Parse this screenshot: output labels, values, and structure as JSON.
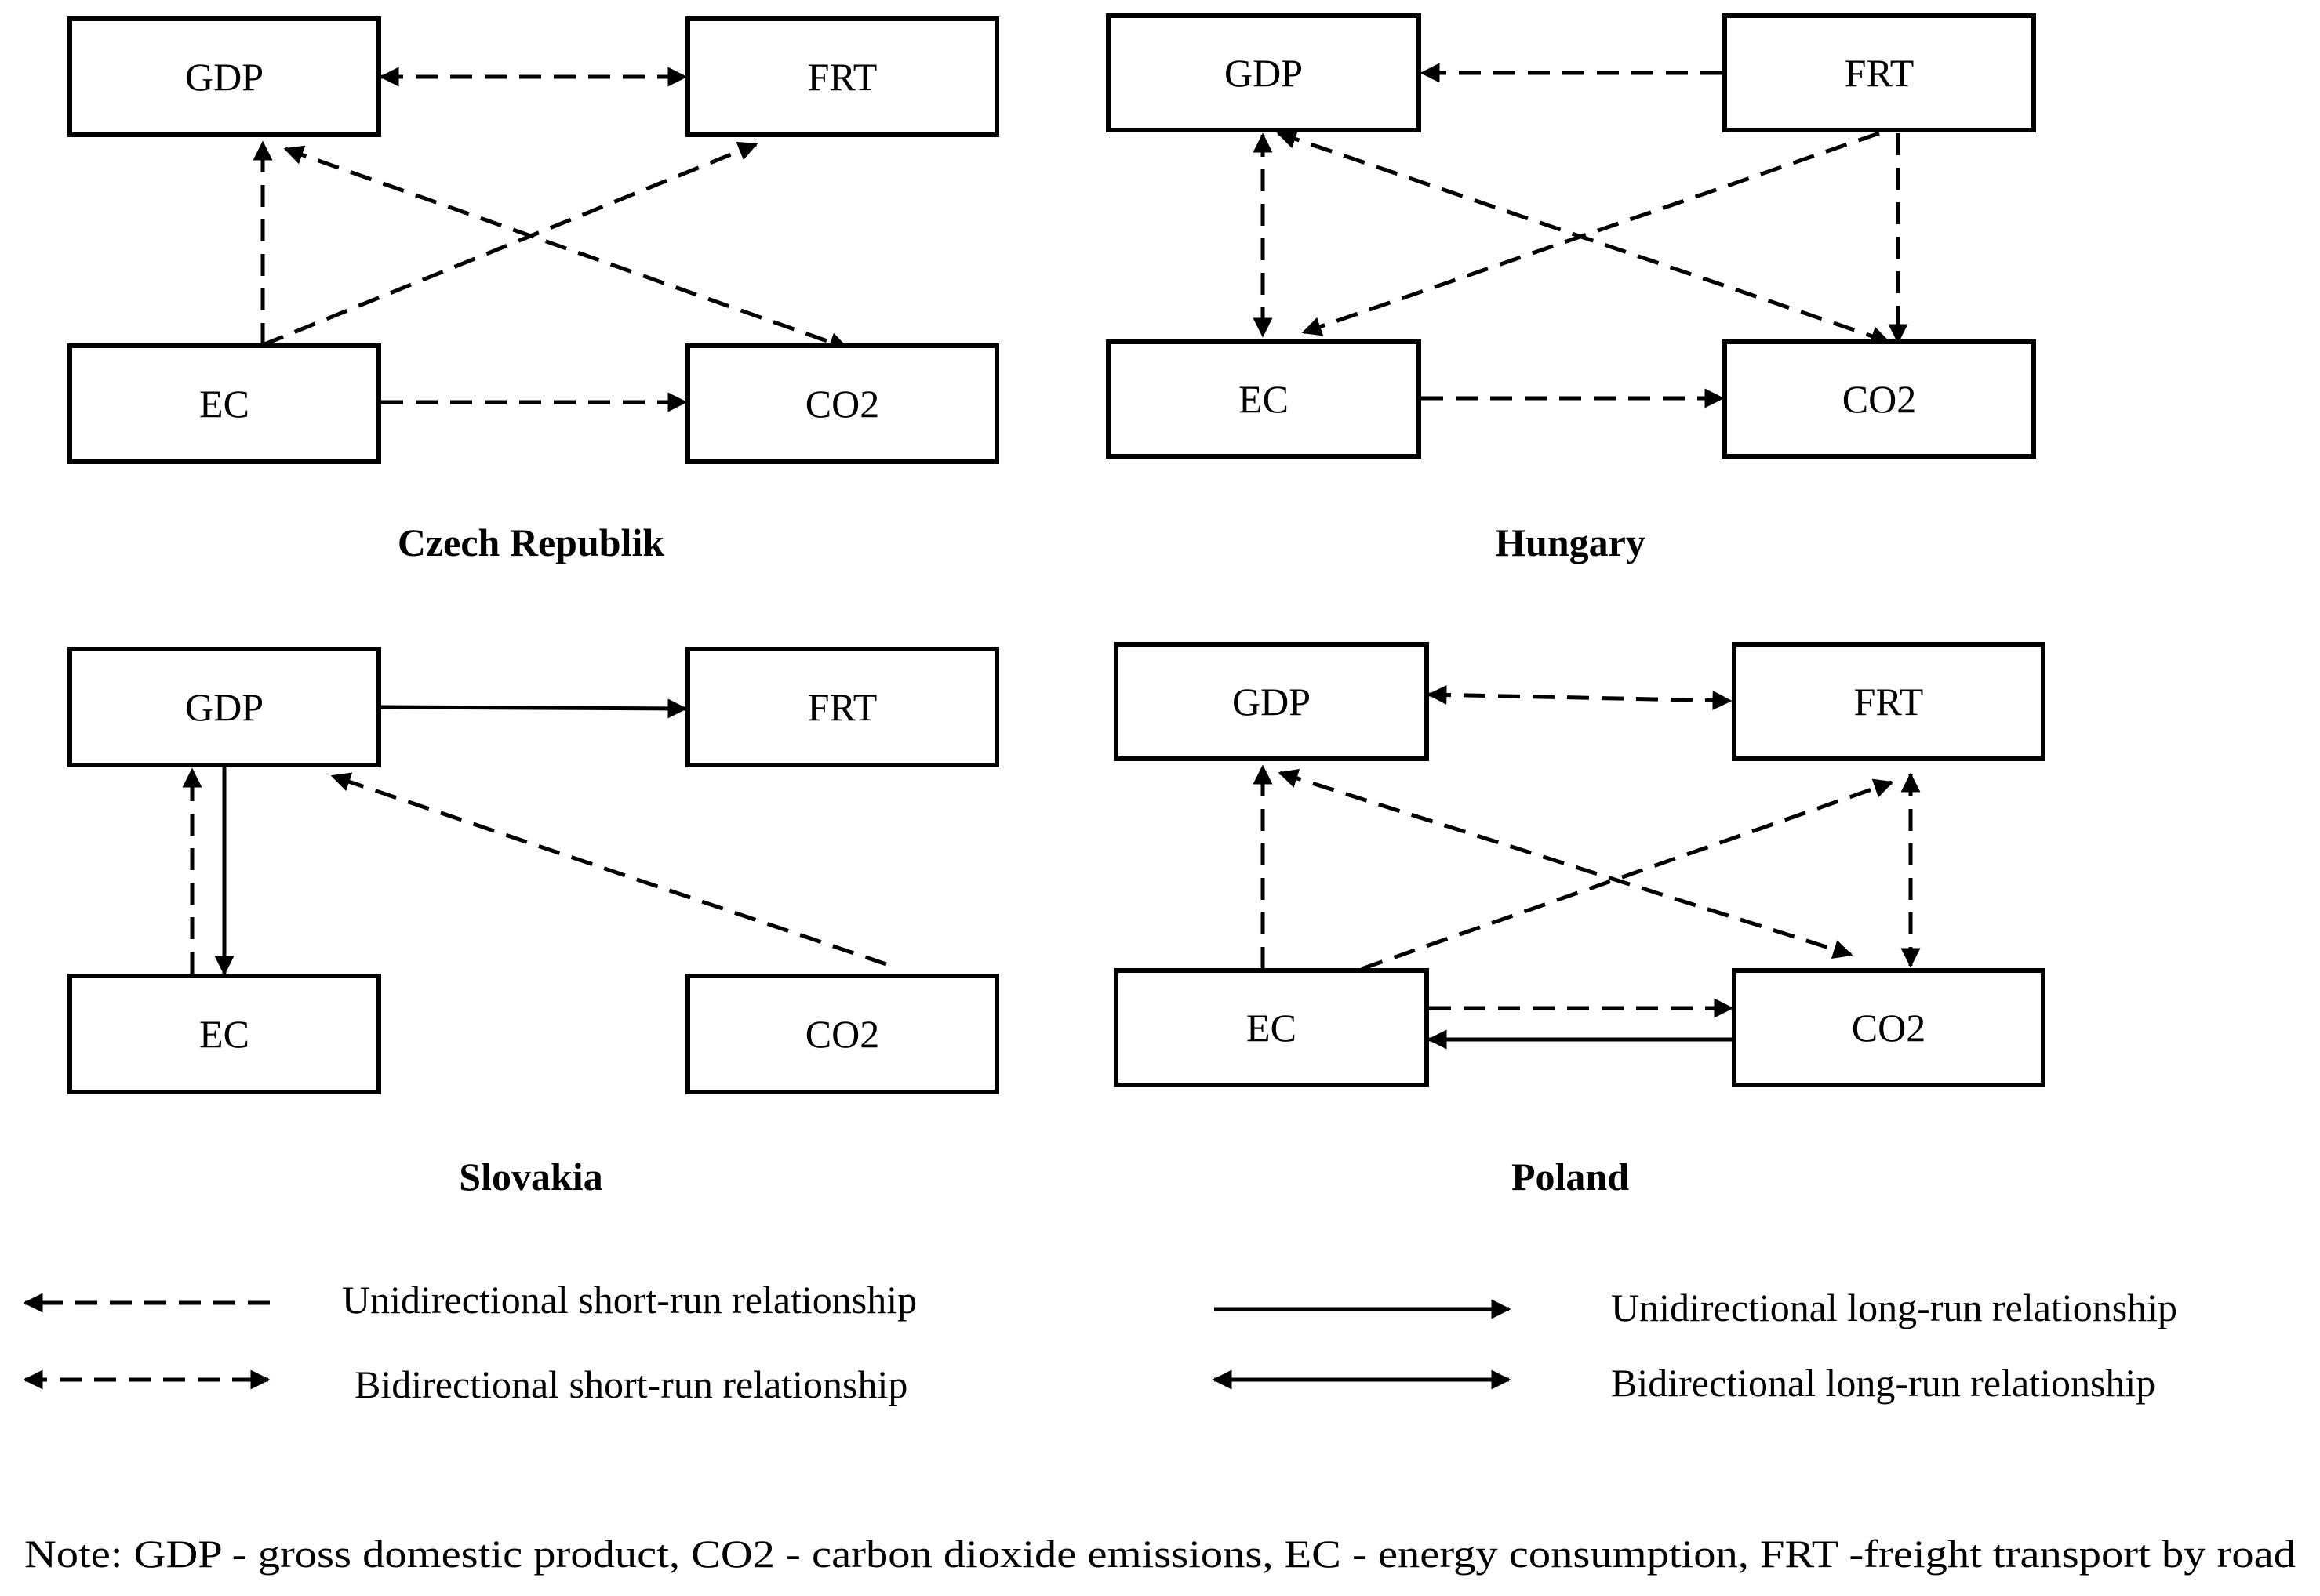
{
  "panels": [
    {
      "title": "Czech Republik",
      "nodes": {
        "gdp": "GDP",
        "frt": "FRT",
        "ec": "EC",
        "co2": "CO2"
      },
      "edges": [
        {
          "from": "GDP",
          "to": "FRT",
          "style": "dashed",
          "direction": "bidirectional"
        },
        {
          "from": "EC",
          "to": "GDP",
          "style": "dashed",
          "direction": "unidirectional"
        },
        {
          "from": "EC",
          "to": "FRT",
          "style": "dashed",
          "direction": "unidirectional"
        },
        {
          "from": "GDP",
          "to": "CO2",
          "style": "dashed",
          "direction": "bidirectional"
        },
        {
          "from": "EC",
          "to": "CO2",
          "style": "dashed",
          "direction": "unidirectional"
        }
      ]
    },
    {
      "title": "Hungary",
      "nodes": {
        "gdp": "GDP",
        "frt": "FRT",
        "ec": "EC",
        "co2": "CO2"
      },
      "edges": [
        {
          "from": "FRT",
          "to": "GDP",
          "style": "dashed",
          "direction": "unidirectional"
        },
        {
          "from": "GDP",
          "to": "EC",
          "style": "dashed",
          "direction": "bidirectional"
        },
        {
          "from": "GDP",
          "to": "CO2",
          "style": "dashed",
          "direction": "bidirectional"
        },
        {
          "from": "FRT",
          "to": "EC",
          "style": "dashed",
          "direction": "unidirectional"
        },
        {
          "from": "FRT",
          "to": "CO2",
          "style": "dashed",
          "direction": "unidirectional"
        },
        {
          "from": "EC",
          "to": "CO2",
          "style": "dashed",
          "direction": "unidirectional"
        }
      ]
    },
    {
      "title": "Slovakia",
      "nodes": {
        "gdp": "GDP",
        "frt": "FRT",
        "ec": "EC",
        "co2": "CO2"
      },
      "edges": [
        {
          "from": "GDP",
          "to": "FRT",
          "style": "solid",
          "direction": "unidirectional"
        },
        {
          "from": "EC",
          "to": "GDP",
          "style": "dashed",
          "direction": "unidirectional"
        },
        {
          "from": "GDP",
          "to": "EC",
          "style": "solid",
          "direction": "unidirectional"
        },
        {
          "from": "CO2",
          "to": "GDP",
          "style": "dashed",
          "direction": "unidirectional"
        }
      ]
    },
    {
      "title": "Poland",
      "nodes": {
        "gdp": "GDP",
        "frt": "FRT",
        "ec": "EC",
        "co2": "CO2"
      },
      "edges": [
        {
          "from": "GDP",
          "to": "FRT",
          "style": "dashed",
          "direction": "bidirectional"
        },
        {
          "from": "EC",
          "to": "GDP",
          "style": "dashed",
          "direction": "unidirectional"
        },
        {
          "from": "GDP",
          "to": "CO2",
          "style": "dashed",
          "direction": "bidirectional"
        },
        {
          "from": "EC",
          "to": "FRT",
          "style": "dashed",
          "direction": "unidirectional"
        },
        {
          "from": "FRT",
          "to": "CO2",
          "style": "dashed",
          "direction": "bidirectional"
        },
        {
          "from": "EC",
          "to": "CO2",
          "style": "dashed",
          "direction": "unidirectional"
        },
        {
          "from": "CO2",
          "to": "EC",
          "style": "solid",
          "direction": "unidirectional"
        }
      ]
    }
  ],
  "legend": {
    "uni_short": "Unidirectional short-run relationship",
    "bi_short": "Bidirectional short-run relationship",
    "uni_long": "Unidirectional long-run relationship",
    "bi_long": "Bidirectional long-run relationship"
  },
  "note": "Note: GDP - gross domestic product, CO2 - carbon dioxide emissions, EC - energy consumption, FRT -freight transport by road"
}
